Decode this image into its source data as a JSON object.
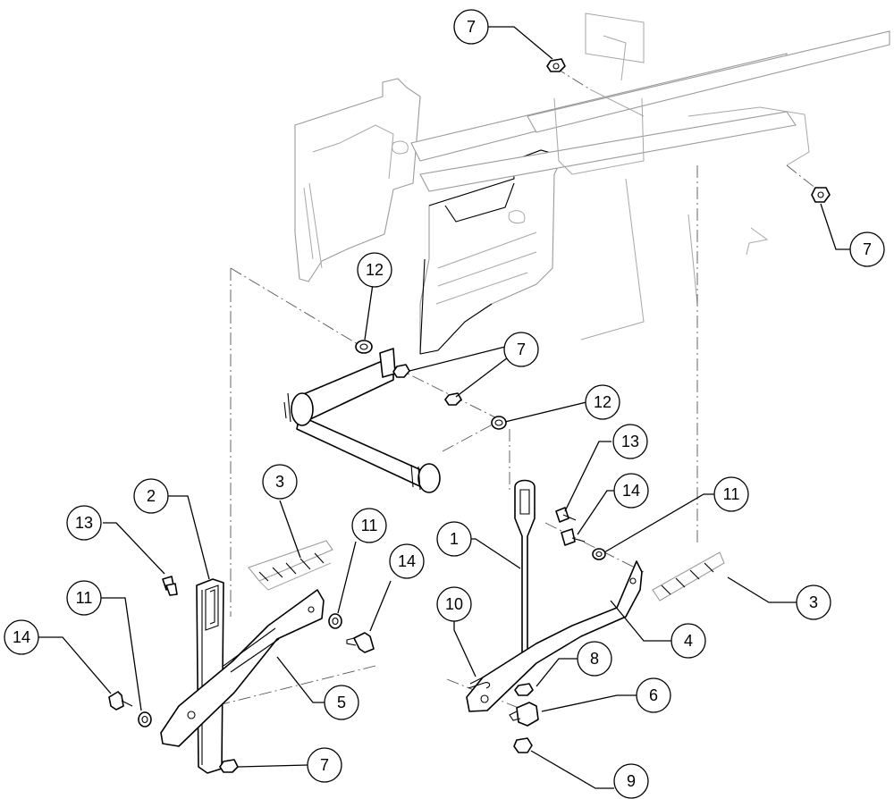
{
  "callouts": [
    {
      "id": "c-7a",
      "label": "7"
    },
    {
      "id": "c-7b",
      "label": "7"
    },
    {
      "id": "c-7c",
      "label": "7"
    },
    {
      "id": "c-7d",
      "label": "7"
    },
    {
      "id": "c-12a",
      "label": "12"
    },
    {
      "id": "c-12b",
      "label": "12"
    },
    {
      "id": "c-2",
      "label": "2"
    },
    {
      "id": "c-3a",
      "label": "3"
    },
    {
      "id": "c-13a",
      "label": "13"
    },
    {
      "id": "c-13b",
      "label": "13"
    },
    {
      "id": "c-11a",
      "label": "11"
    },
    {
      "id": "c-11b",
      "label": "11"
    },
    {
      "id": "c-11c",
      "label": "11"
    },
    {
      "id": "c-14a",
      "label": "14"
    },
    {
      "id": "c-14b",
      "label": "14"
    },
    {
      "id": "c-14c",
      "label": "14"
    },
    {
      "id": "c-1",
      "label": "1"
    },
    {
      "id": "c-3b",
      "label": "3"
    },
    {
      "id": "c-10",
      "label": "10"
    },
    {
      "id": "c-4",
      "label": "4"
    },
    {
      "id": "c-5",
      "label": "5"
    },
    {
      "id": "c-8",
      "label": "8"
    },
    {
      "id": "c-6",
      "label": "6"
    },
    {
      "id": "c-9",
      "label": "9"
    }
  ],
  "colors": {
    "line": "#000000",
    "background": "#ffffff",
    "phantom": "#9a9a9a"
  }
}
